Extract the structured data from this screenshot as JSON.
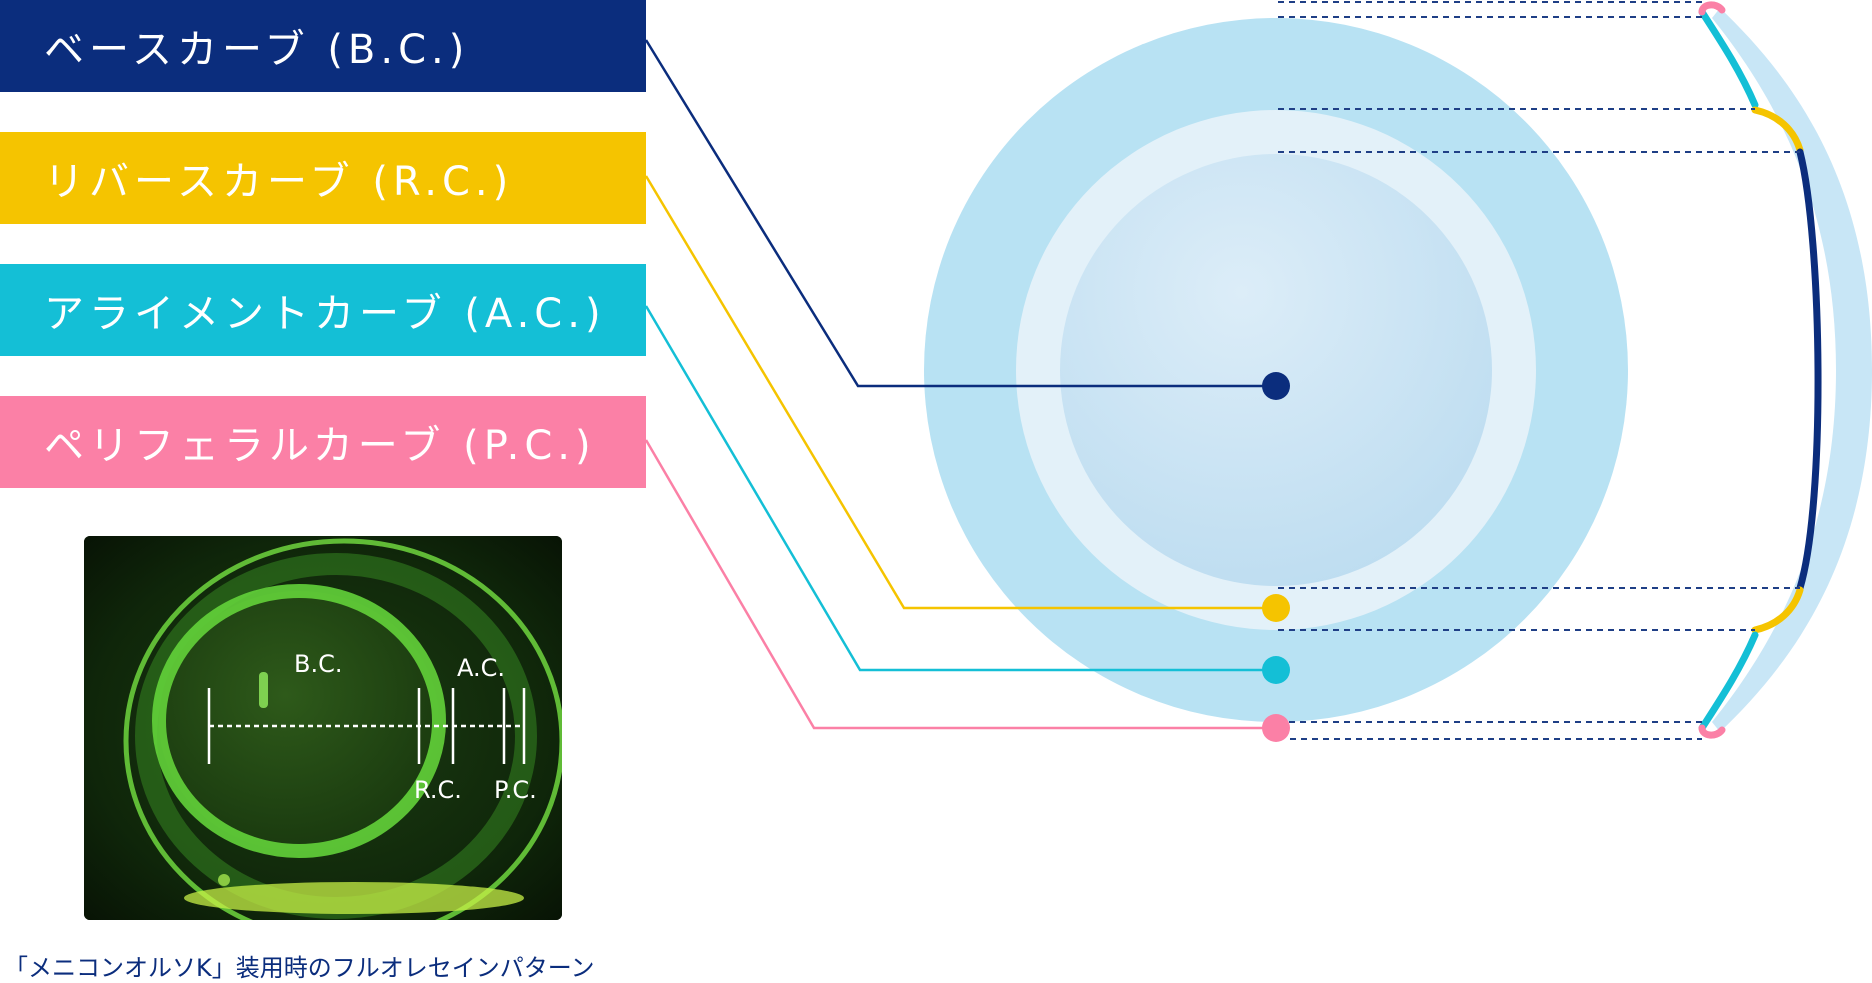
{
  "labels": {
    "bc": "ベースカーブ (B.C.)",
    "rc": "リバースカーブ (R.C.)",
    "ac": "アライメントカーブ (A.C.)",
    "pc": "ペリフェラルカーブ (P.C.)"
  },
  "photo": {
    "bc": "B.C.",
    "ac": "A.C.",
    "rc": "R.C.",
    "pc": "P.C."
  },
  "caption": "「メニコンオルソK」装用時のフルオレセインパターン",
  "colors": {
    "bc": "#0b2d7d",
    "rc": "#f5c400",
    "ac": "#14bfd6",
    "pc": "#fb80a6",
    "lens_outer": "#b8e2f3",
    "lens_ring": "#e3f1f9",
    "lens_inner": "#c8e5f3",
    "dash": "#1f3f86"
  }
}
